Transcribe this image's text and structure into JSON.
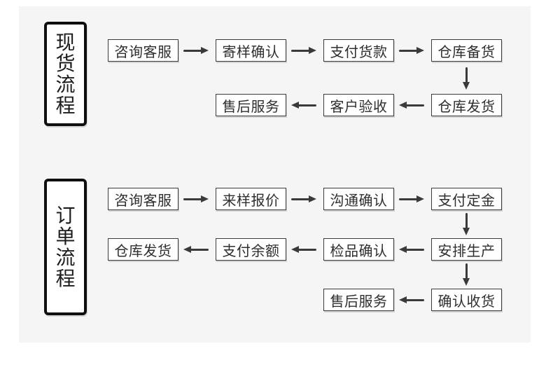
{
  "colors": {
    "page_bg": "#ffffff",
    "panel_bg": "#f5f5f6",
    "node_border": "#3c3c3c",
    "label_border": "#0f0f0f",
    "arrow": "#3a3a3a",
    "text": "#2e2e2e"
  },
  "flows": [
    {
      "title": "现货流程",
      "nodes": [
        "咨询客服",
        "寄样确认",
        "支付货款",
        "仓库备货",
        "仓库发货",
        "客户验收",
        "售后服务"
      ],
      "connectors": [
        {
          "from": "咨询客服",
          "to": "寄样确认",
          "direction": "right"
        },
        {
          "from": "寄样确认",
          "to": "支付货款",
          "direction": "right"
        },
        {
          "from": "支付货款",
          "to": "仓库备货",
          "direction": "right"
        },
        {
          "from": "仓库备货",
          "to": "仓库发货",
          "direction": "down"
        },
        {
          "from": "仓库发货",
          "to": "客户验收",
          "direction": "left"
        },
        {
          "from": "客户验收",
          "to": "售后服务",
          "direction": "left"
        }
      ]
    },
    {
      "title": "订单流程",
      "nodes": [
        "咨询客服",
        "来样报价",
        "沟通确认",
        "支付定金",
        "安排生产",
        "检品确认",
        "支付余额",
        "仓库发货",
        "确认收货",
        "售后服务"
      ],
      "connectors": [
        {
          "from": "咨询客服",
          "to": "来样报价",
          "direction": "right"
        },
        {
          "from": "来样报价",
          "to": "沟通确认",
          "direction": "right"
        },
        {
          "from": "沟通确认",
          "to": "支付定金",
          "direction": "right"
        },
        {
          "from": "支付定金",
          "to": "安排生产",
          "direction": "down"
        },
        {
          "from": "安排生产",
          "to": "检品确认",
          "direction": "left"
        },
        {
          "from": "检品确认",
          "to": "支付余额",
          "direction": "left"
        },
        {
          "from": "支付余额",
          "to": "仓库发货",
          "direction": "left"
        },
        {
          "from": "安排生产",
          "to": "确认收货",
          "direction": "down"
        },
        {
          "from": "确认收货",
          "to": "售后服务",
          "direction": "left"
        }
      ]
    }
  ]
}
